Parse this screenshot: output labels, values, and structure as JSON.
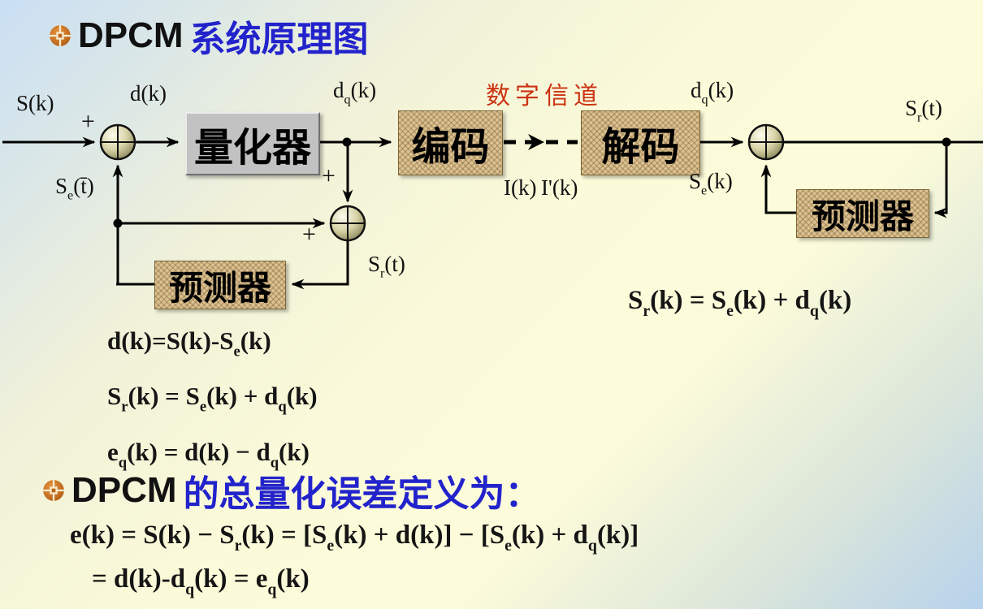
{
  "slide": {
    "title": {
      "black": "DPCM",
      "blue": "系统原理图"
    },
    "heading2": {
      "black": "DPCM",
      "blue": "的总量化误差定义为："
    },
    "colors": {
      "title_blue": "#2323cc",
      "channel_red": "#cc3311",
      "quantizer_gray": "#c2c2c2",
      "box_tan": "#dcc291"
    }
  },
  "diagram": {
    "blocks": {
      "quantizer": "量化器",
      "encoder": "编码",
      "decoder": "解码",
      "predictor_left": "预测器",
      "predictor_right": "预测器"
    },
    "channel_label": "数字信道",
    "signals": {
      "input": "S(k)",
      "plus_in": "+",
      "d": "d(k)",
      "dq_out": "d_q(k)",
      "se_t": "S_e(t̄)",
      "plus_top": "+",
      "plus_left": "+",
      "sr_local": "S_r(t)",
      "ik": "I(k)",
      "ik_prime": "I'(k)",
      "se_rx": "S_e(k)",
      "dq_rx": "d_q(k)",
      "sr_out": "S_r(t)"
    },
    "formulas": {
      "tx_line1": "d(k)=S(k)-S_e(k)",
      "tx_line2": "S_r(k) = S_e(k) + d_q(k)",
      "tx_line3": "e_q(k) = d(k) − d_q(k)",
      "rx": "S_r(k) = S_e(k) + d_q(k)",
      "err_line1": "e(k) = S(k) − S_r(k) = [S_e(k) + d(k)] − [S_e(k) + d_q(k)]",
      "err_line2": "= d(k)-d_q(k) = e_q(k)"
    }
  }
}
